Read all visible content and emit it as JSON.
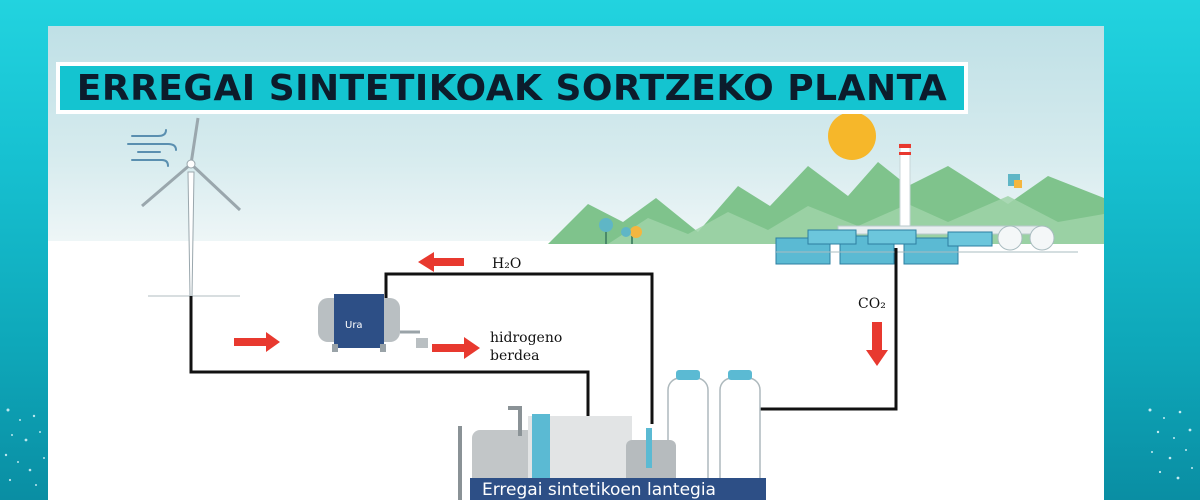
{
  "title": "ERREGAI SINTETIKOAK SORTZEKO PLANTA",
  "labels": {
    "water_tank": "Ura",
    "h2o": "H₂O",
    "hydrogen_line1": "hidrogeno",
    "hydrogen_line2": "berdea",
    "co2": "CO₂"
  },
  "caption": "Erregai sintetikoen lantegia",
  "colors": {
    "title_bar": "#14c4d0",
    "arrow": "#e8392f",
    "tank_blue": "#2d4f86",
    "mountain": "#7fc38c",
    "sun": "#f6b72a",
    "background": "#17c2d2"
  }
}
